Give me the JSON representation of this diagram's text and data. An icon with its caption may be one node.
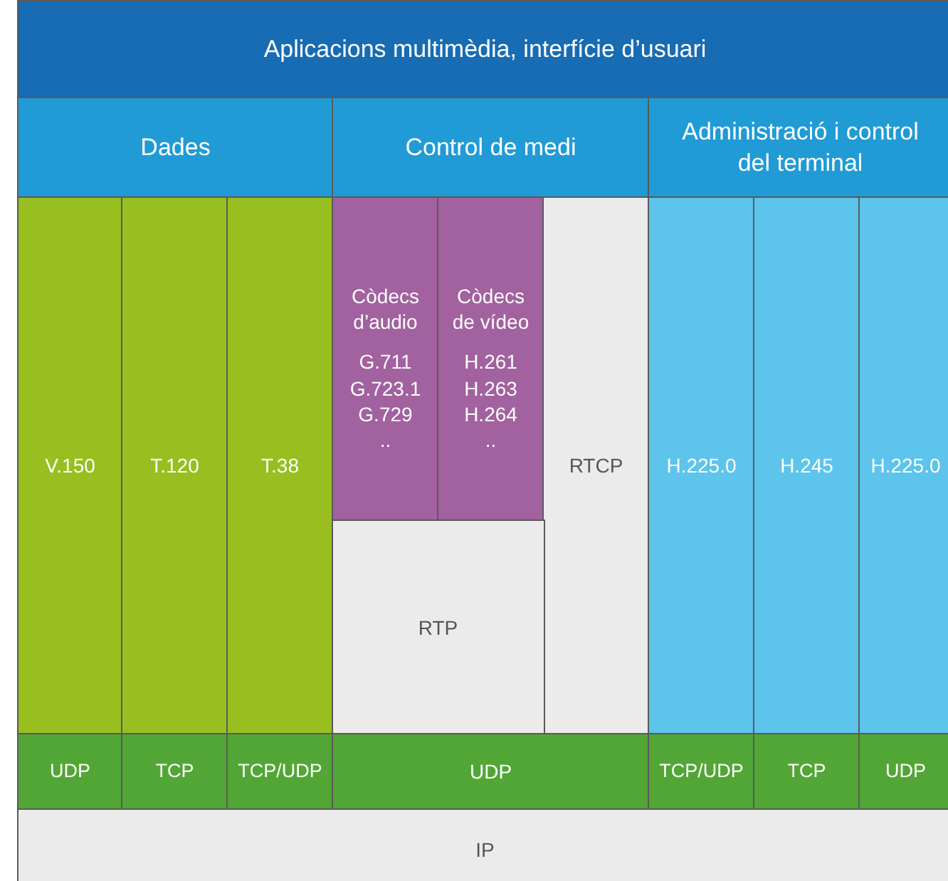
{
  "diagram": {
    "nodes": [
      {
        "text": [
          "Aplicacions multimèdia, interfície d’usuari"
        ]
      },
      {
        "text": [
          "Dades"
        ]
      },
      {
        "text": [
          "Control de medi"
        ]
      },
      {
        "text": [
          "Administració i control del terminal"
        ]
      },
      {
        "text": [
          "V.150"
        ]
      },
      {
        "text": [
          "T.120"
        ]
      },
      {
        "text": [
          "T.38"
        ]
      },
      {
        "text": [
          "Còdecs d’audio",
          "G.711",
          "G.723.1",
          "G.729",
          ".."
        ]
      },
      {
        "text": [
          "Còdecs de vídeo",
          "H.261",
          "H.263",
          "H.264",
          ".."
        ]
      },
      {
        "text": [
          "RTCP"
        ]
      },
      {
        "text": [
          "RTP"
        ]
      },
      {
        "text": [
          "H.225.0"
        ]
      },
      {
        "text": [
          "H.245"
        ]
      },
      {
        "text": [
          "H.225.0"
        ]
      },
      {
        "text": [
          "UDP"
        ]
      },
      {
        "text": [
          "TCP"
        ]
      },
      {
        "text": [
          "TCP/UDP"
        ]
      },
      {
        "text": [
          "UDP"
        ]
      },
      {
        "text": [
          "TCP/UDP"
        ]
      },
      {
        "text": [
          "TCP"
        ]
      },
      {
        "text": [
          "UDP"
        ]
      },
      {
        "text": [
          "IP"
        ]
      }
    ]
  }
}
